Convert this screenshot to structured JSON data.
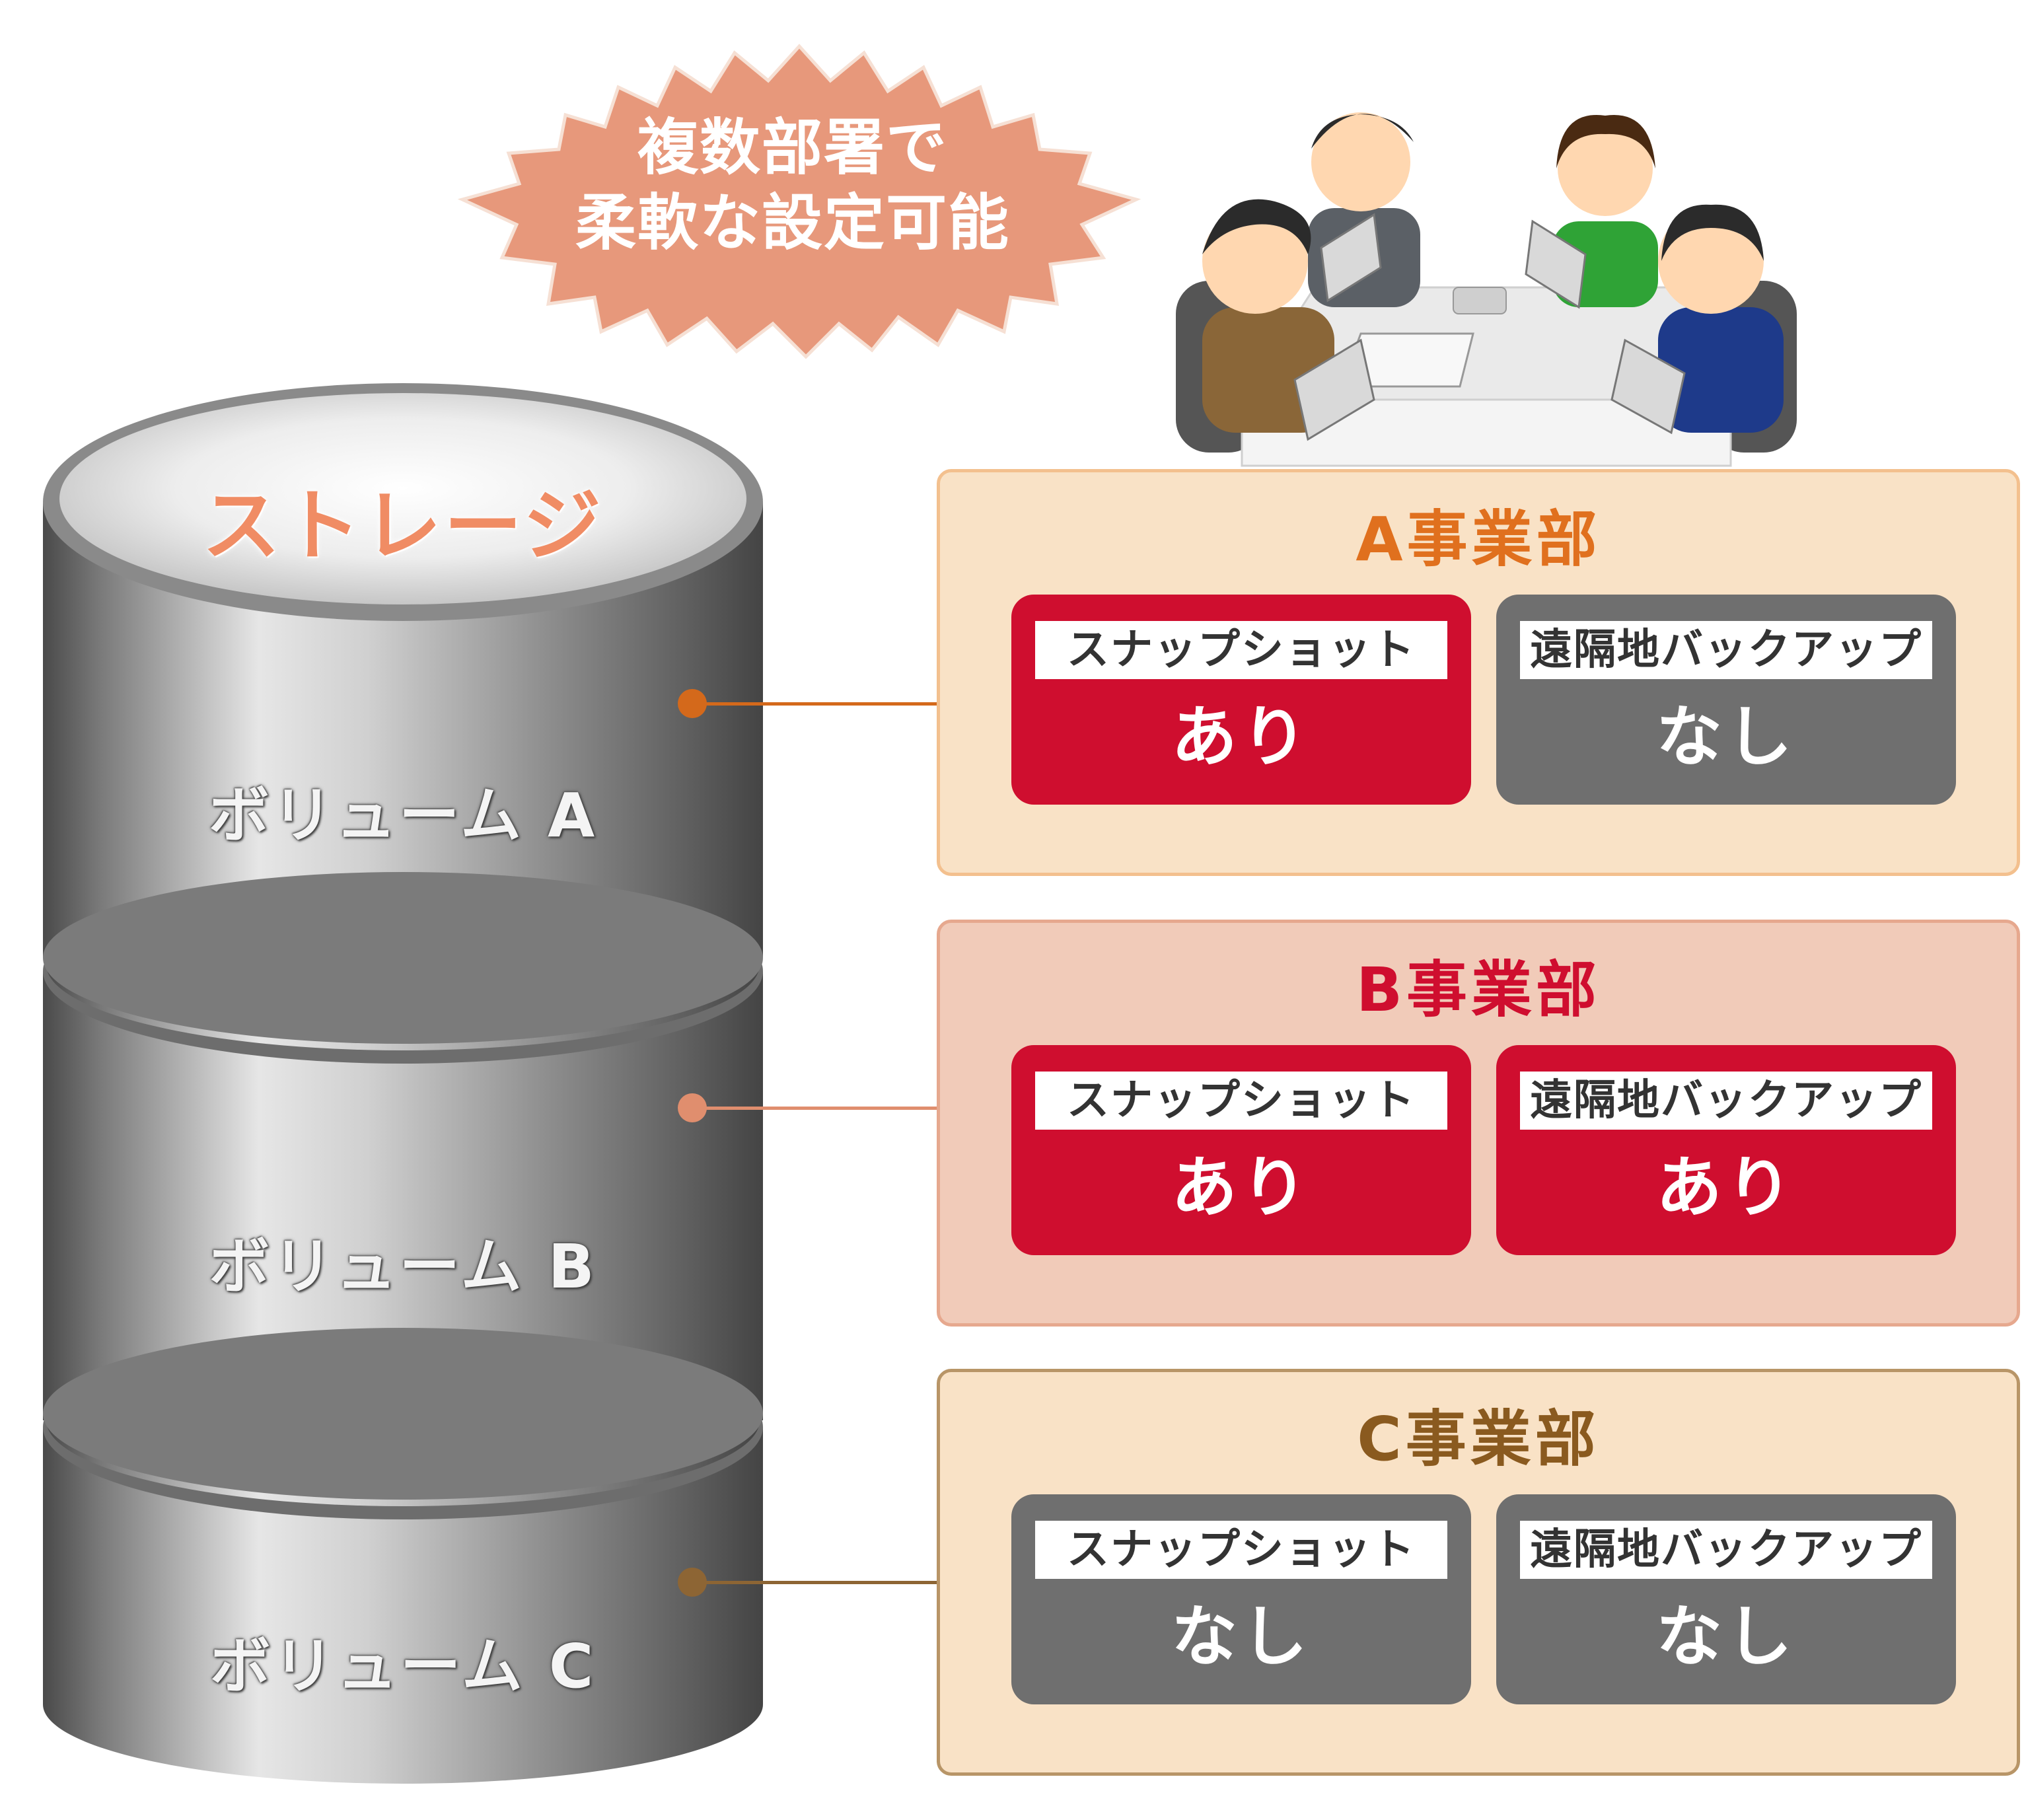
{
  "burst": {
    "line1": "複数部署で",
    "line2": "柔軟な設定可能"
  },
  "storage": {
    "title": "ストレージ",
    "volumes": [
      "ボリューム A",
      "ボリューム B",
      "ボリューム C"
    ]
  },
  "departments": [
    {
      "name": "A事業部",
      "title_color": "#e0701e",
      "connector_color": "#d4691b",
      "snapshot": {
        "label": "スナップショット",
        "value": "あり"
      },
      "remote_backup": {
        "label": "遠隔地バックアップ",
        "value": "なし"
      }
    },
    {
      "name": "B事業部",
      "title_color": "#cf0e2f",
      "connector_color": "#e08e6e",
      "snapshot": {
        "label": "スナップショット",
        "value": "あり"
      },
      "remote_backup": {
        "label": "遠隔地バックアップ",
        "value": "あり"
      }
    },
    {
      "name": "C事業部",
      "title_color": "#8a5a1f",
      "connector_color": "#8d6534",
      "snapshot": {
        "label": "スナップショット",
        "value": "なし"
      },
      "remote_backup": {
        "label": "遠隔地バックアップ",
        "value": "なし"
      }
    }
  ]
}
